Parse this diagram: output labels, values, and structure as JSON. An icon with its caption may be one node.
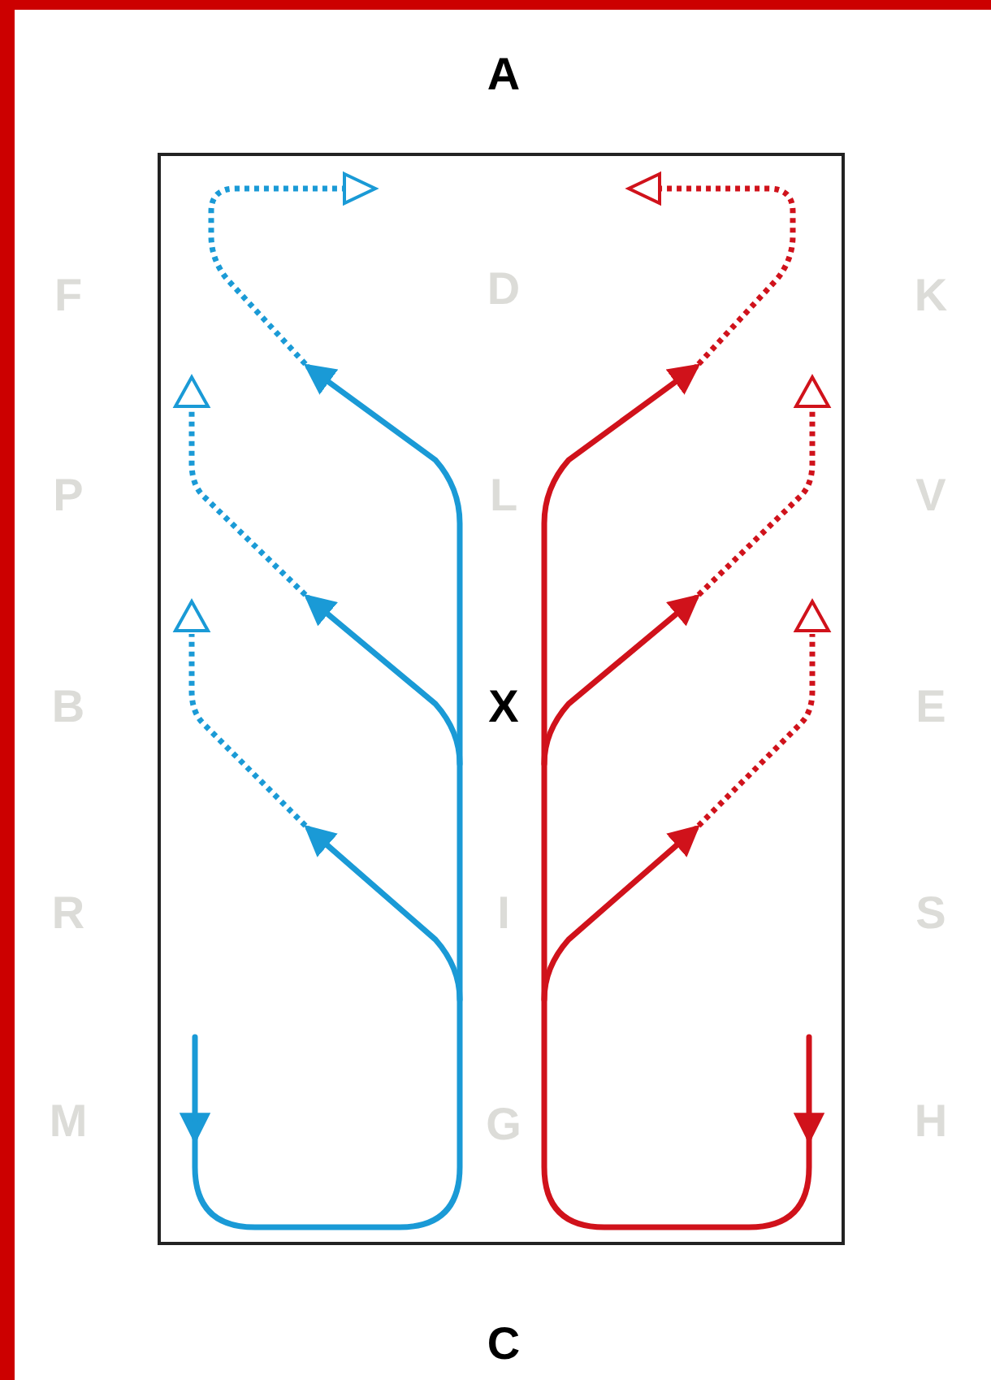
{
  "diagram": {
    "labels": [
      "A",
      "F",
      "D",
      "K",
      "P",
      "L",
      "V",
      "B",
      "X",
      "E",
      "R",
      "I",
      "S",
      "M",
      "G",
      "H",
      "C"
    ]
  }
}
